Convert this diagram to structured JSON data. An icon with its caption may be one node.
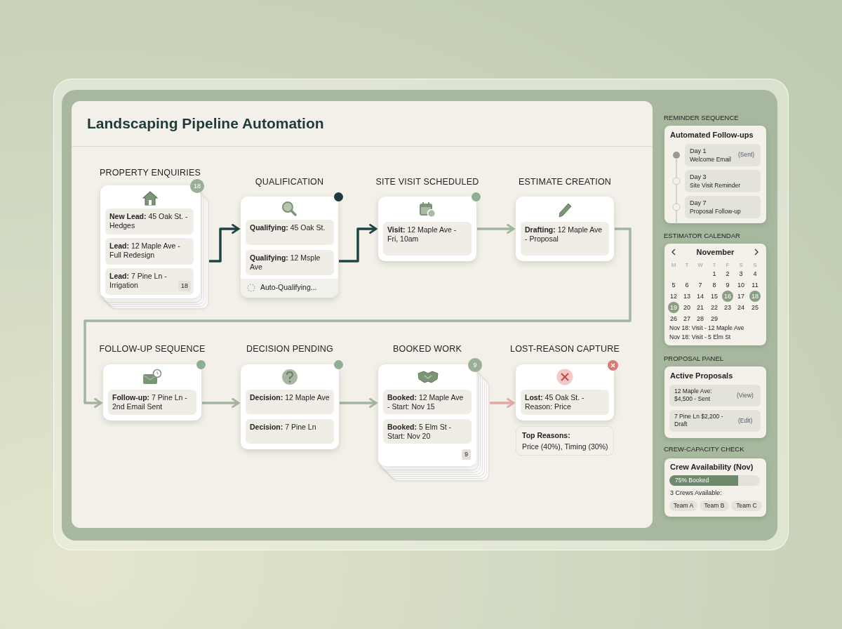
{
  "diagram": {
    "title": "Landscaping Pipeline Automation",
    "nodes": [
      {
        "text": [
          "PROPERTY ENQUIRIES",
          "18"
        ]
      },
      {
        "text": [
          "**New Lead:** 45 Oak St. - Hedges"
        ],
        "in": 0
      },
      {
        "text": [
          "**Lead:** 12 Maple Ave - Full Redesign"
        ],
        "in": 0
      },
      {
        "text": [
          "**Lead:** 7 Pine Ln - Irrigation",
          "18"
        ],
        "in": 0
      },
      {
        "text": [
          "QUALIFICATION",
          "Auto-Qualifying..."
        ]
      },
      {
        "text": [
          "**Qualifying:** 45 Oak St."
        ],
        "in": 4
      },
      {
        "text": [
          "**Qualifying:** 12 Msple Ave"
        ],
        "in": 4
      },
      {
        "text": [
          "SITE VISIT SCHEDULED"
        ]
      },
      {
        "text": [
          "**Visit:** 12 Maple Ave - Fri, 10am"
        ],
        "in": 7
      },
      {
        "text": [
          "ESTIMATE CREATION"
        ]
      },
      {
        "text": [
          "**Drafting:** 12 Maple Ave - Proposal"
        ],
        "in": 9
      },
      {
        "text": [
          "FOLLOW-UP SEQUENCE"
        ]
      },
      {
        "text": [
          "**Follow-up:** 7 Pine Ln - 2nd Email Sent"
        ],
        "in": 11
      },
      {
        "text": [
          "DECISION PENDING"
        ]
      },
      {
        "text": [
          "**Decision:** 12 Maple Ave"
        ],
        "in": 13
      },
      {
        "text": [
          "**Decision:** 7 Pine Ln"
        ],
        "in": 13
      },
      {
        "text": [
          "BOOKED WORK",
          "9",
          "9"
        ]
      },
      {
        "text": [
          "**Booked:** 12 Maple Ave - Start: Nov 15"
        ],
        "in": 16
      },
      {
        "text": [
          "**Booked:** 5 Elm St - Start: Nov 20"
        ],
        "in": 16
      },
      {
        "text": [
          "LOST-REASON CAPTURE"
        ]
      },
      {
        "text": [
          "**Lost:** 45 Oak St. - Reason: Price"
        ],
        "in": 19
      },
      {
        "text": [
          "Top Reasons:",
          "Price (40%), Timing (30%)"
        ]
      },
      {
        "text": [
          "REMINDER SEQUENCE",
          "Automated Follow-ups"
        ]
      },
      {
        "text": [
          "Day 1",
          "Welcome Email",
          "(Sent)"
        ],
        "in": 22
      },
      {
        "text": [
          "Day 3",
          "Site Visit Reminder"
        ],
        "in": 22
      },
      {
        "text": [
          "Day 7",
          "Proposal Follow-up"
        ],
        "in": 22
      },
      {
        "text": [
          "ESTIMATOR CALENDAR",
          "November",
          "Nov 18: Visit - 12 Maple Ave",
          "Nov 18: Visit - 5 Elm St"
        ]
      },
      {
        "text": [
          "PROPOSAL PANEL",
          "Active Proposals"
        ]
      },
      {
        "text": [
          "12 Maple Ave: $4,500 - Sent",
          "(View)"
        ],
        "in": 27
      },
      {
        "text": [
          "7 Pine Ln $2,200 - Draft",
          "(Edit)"
        ],
        "in": 27
      },
      {
        "text": [
          "CREW-CAPACITY CHECK",
          "Crew Availability (Nov)",
          "3 Crews Available:"
        ]
      },
      {
        "text": [
          "75% Booked"
        ],
        "in": 30
      },
      {
        "text": [
          "Team A"
        ],
        "in": 30
      },
      {
        "text": [
          "Team B"
        ],
        "in": 30
      },
      {
        "text": [
          "Team C"
        ],
        "in": 30
      }
    ],
    "edges": [
      {
        "from": 0,
        "to": 4,
        "arrow": "to",
        "color": "#1f4444"
      },
      {
        "from": 4,
        "to": 7,
        "arrow": "to",
        "color": "#1f4444"
      },
      {
        "from": 7,
        "to": 9,
        "arrow": "to"
      },
      {
        "from": 9,
        "to": 11,
        "arrow": "to"
      },
      {
        "from": 11,
        "to": 13,
        "arrow": "to"
      },
      {
        "from": 13,
        "to": 16,
        "arrow": "to"
      },
      {
        "from": 16,
        "to": 19,
        "arrow": "to",
        "color": "#e0a9a4"
      }
    ],
    "labels": [
      "M",
      "T",
      "W",
      "T",
      "F",
      "S",
      "S",
      "1",
      "2",
      "3",
      "4",
      "5",
      "6",
      "7",
      "8",
      "9",
      "10",
      "11",
      "12",
      "13",
      "14",
      "15",
      "16",
      "17",
      "18",
      "19",
      "20",
      "21",
      "22",
      "23",
      "24",
      "25",
      "26",
      "27",
      "28",
      "29"
    ]
  }
}
